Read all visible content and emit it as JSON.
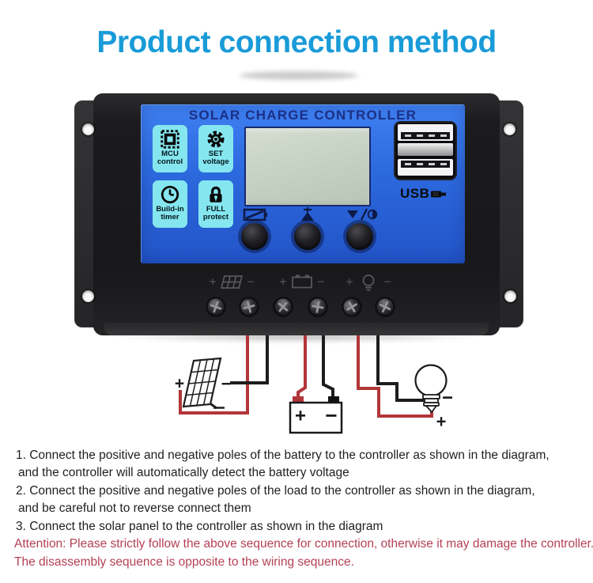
{
  "page": {
    "title": "Product connection method"
  },
  "device": {
    "panel_title": "SOLAR CHARGE CONTROLLER",
    "badges": [
      {
        "icon": "chip-icon",
        "line1": "MCU",
        "line2": "control"
      },
      {
        "icon": "gear-icon",
        "line1": "SET",
        "line2": "voltage"
      },
      {
        "icon": "clock-icon",
        "line1": "Build-in",
        "line2": "timer"
      },
      {
        "icon": "lock-icon",
        "line1": "FULL",
        "line2": "protect"
      }
    ],
    "usb_label": "USB",
    "terminal_marks": {
      "plus": "+",
      "minus": "−"
    }
  },
  "diagram": {
    "solar_panel": {
      "plus": "+",
      "minus": "−"
    },
    "battery": {
      "plus": "+",
      "minus": "−"
    },
    "bulb": {
      "plus": "+",
      "minus": "−"
    }
  },
  "instructions": {
    "line1": "1. Connect the positive and negative poles of the battery to the controller as shown in the diagram,",
    "line2": "and the controller will automatically detect the battery voltage",
    "line3": "2. Connect the positive and negative poles of the load to the controller as shown in the diagram,",
    "line4": "and be careful not to reverse connect them",
    "line5": "3. Connect the solar panel to the controller as shown in the diagram"
  },
  "attention": {
    "line1": "Attention: Please strictly follow the above sequence for connection, otherwise it may damage the controller.",
    "line2": "The disassembly sequence is opposite to the wiring sequence."
  },
  "colors": {
    "title": "#199bd8",
    "panel_blue": "#2e6ce0",
    "badge_cyan": "#85e6ef",
    "attention_red": "#b44055",
    "wire_red": "#b23639",
    "wire_black": "#1d1d1d"
  }
}
